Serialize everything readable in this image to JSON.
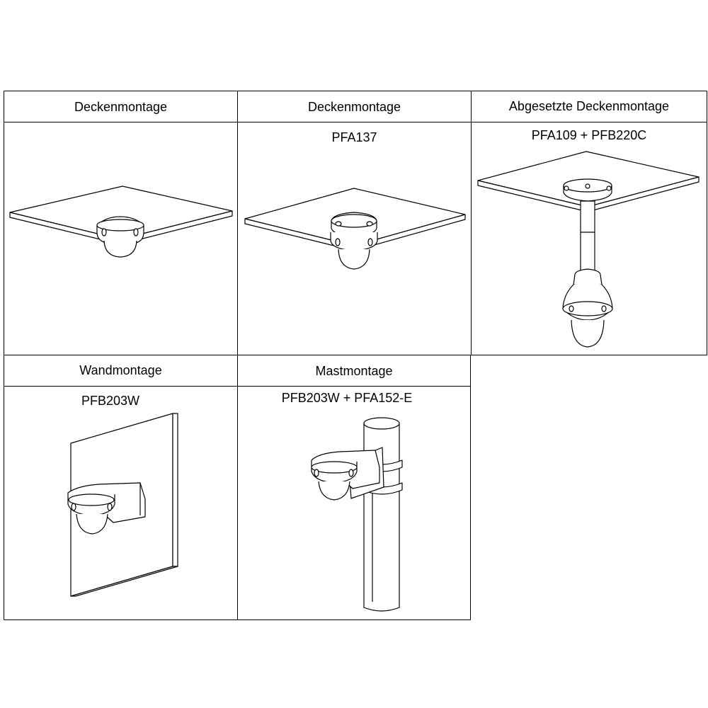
{
  "table": {
    "row1": [
      {
        "header": "Deckenmontage",
        "model": ""
      },
      {
        "header": "Deckenmontage",
        "model": "PFA137"
      },
      {
        "header": "Abgesetzte Deckenmontage",
        "model": "PFA109 + PFB220C"
      }
    ],
    "row2": [
      {
        "header": "Wandmontage",
        "model": "PFB203W"
      },
      {
        "header": "Mastmontage",
        "model": "PFB203W + PFA152-E"
      }
    ]
  }
}
